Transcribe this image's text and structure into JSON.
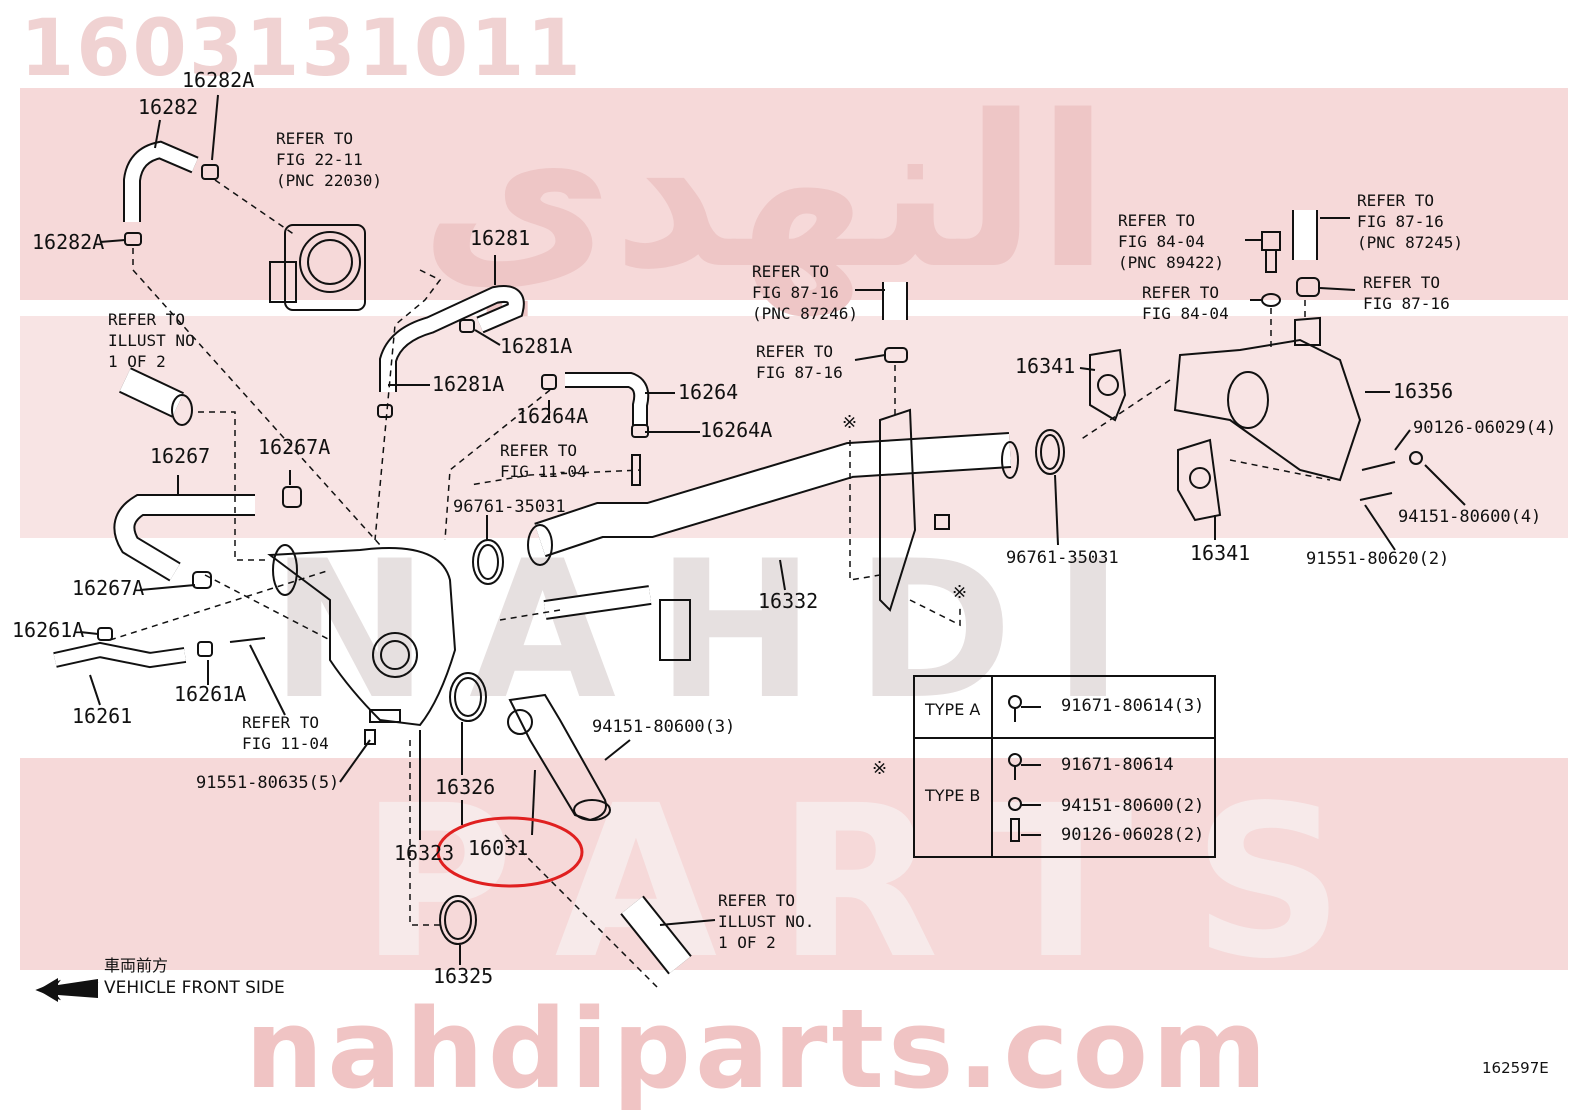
{
  "header": {
    "part_number": "1603131011"
  },
  "watermark": {
    "arabic": "النهدي",
    "brand_word": "NAHDI",
    "parts_word": "PARTS",
    "url": "nahdiparts.com",
    "band_color": "#f6d9d9",
    "text_color": "#efc9c9"
  },
  "labels": {
    "p16282A_top": "16282A",
    "p16282": "16282",
    "p16282A_left": "16282A",
    "refer_22_11": [
      "REFER TO",
      "FIG 22-11",
      "(PNC 22030)"
    ],
    "p16281": "16281",
    "p16281A_right": "16281A",
    "p16281A_mid": "16281A",
    "refer_illust_1": [
      "REFER TO",
      "ILLUST NO",
      "1 OF 2"
    ],
    "p16264": "16264",
    "p16264A_left": "16264A",
    "p16264A_right": "16264A",
    "refer_11_04_top": [
      "REFER TO",
      "FIG 11-04"
    ],
    "p16267": "16267",
    "p16267A_top": "16267A",
    "p16267A_left": "16267A",
    "p16261A_left": "16261A",
    "p16261A_bottom": "16261A",
    "p16261": "16261",
    "refer_11_04_bottom": [
      "REFER TO",
      "FIG 11-04"
    ],
    "p91551_80635": "91551-80635(5)",
    "p96761_35031_left": "96761-35031",
    "refer_87_16_a": [
      "REFER TO",
      "FIG 87-16",
      "(PNC 87246)"
    ],
    "refer_87_16_b": [
      "REFER TO",
      "FIG 87-16"
    ],
    "p16332": "16332",
    "p16326": "16326",
    "p16323": "16323",
    "p16031": "16031",
    "p16325": "16325",
    "p94151_80600_3": "94151-80600(3)",
    "refer_illust_2": [
      "REFER TO",
      "ILLUST NO.",
      "1 OF 2"
    ],
    "refer_84_04_a": [
      "REFER TO",
      "FIG 84-04",
      "(PNC 89422)"
    ],
    "refer_87_16_c": [
      "REFER TO",
      "FIG 87-16",
      "(PNC 87245)"
    ],
    "refer_84_04_b": [
      "REFER TO",
      "FIG 84-04"
    ],
    "refer_87_16_d": [
      "REFER TO",
      "FIG 87-16"
    ],
    "p16341_top": "16341",
    "p16356": "16356",
    "p90126_06029": "90126-06029(4)",
    "p94151_80600_4": "94151-80600(4)",
    "p91551_80620": "91551-80620(2)",
    "p96761_35031_right": "96761-35031",
    "p16341_bottom": "16341",
    "note_mark": "※",
    "vehicle_front_jp": "車両前方",
    "vehicle_front_en": "VEHICLE FRONT SIDE",
    "figure_code": "162597E"
  },
  "type_table": {
    "type_a_label": "TYPE A",
    "type_a_part": "91671-80614(3)",
    "type_b_label": "TYPE B",
    "type_b_parts": [
      "91671-80614",
      "94151-80600(2)",
      "90126-06028(2)"
    ]
  },
  "highlight": {
    "part": "16031",
    "color": "#e02020"
  }
}
